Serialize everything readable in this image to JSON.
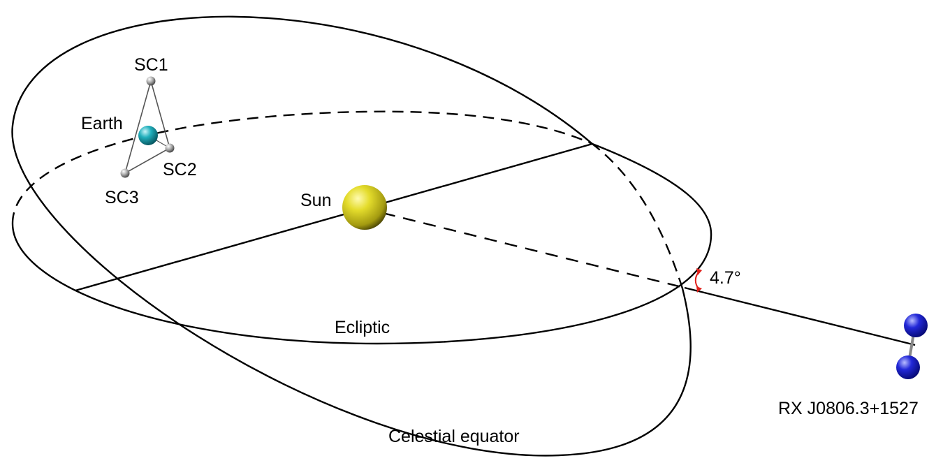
{
  "labels": {
    "sc1": "SC1",
    "sc2": "SC2",
    "sc3": "SC3",
    "earth": "Earth",
    "sun": "Sun",
    "ecliptic": "Ecliptic",
    "celestial_equator": "Celestial equator",
    "angle": "4.7°",
    "target": "RX J0806.3+1527"
  },
  "colors": {
    "line": "#000000",
    "angle_arrow": "#e0201b",
    "sun": "#d8d01a",
    "earth": "#1aa6b3",
    "spacecraft": "#9a9a9a",
    "binary_star": "#1c22c8"
  }
}
